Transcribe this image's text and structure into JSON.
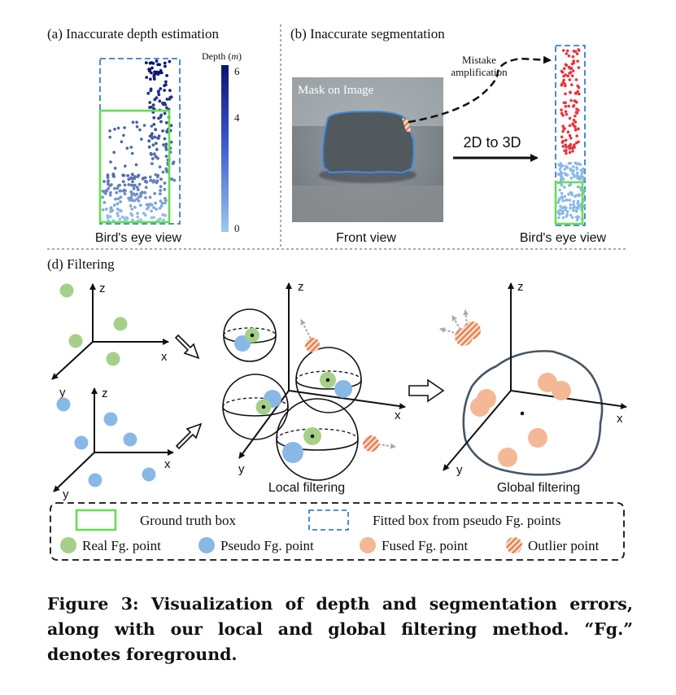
{
  "panel_a": {
    "title": "(a) Inaccurate depth  estimation",
    "view_label": "Bird's eye view",
    "colorbar": {
      "title": "Depth (m)",
      "title_main": "Depth (",
      "title_unit": "m",
      "title_close": ")",
      "ticks": [
        "6",
        "4",
        "0"
      ],
      "color_low": "#9cc8ec",
      "color_high": "#0b1470"
    }
  },
  "panel_b": {
    "title": "(b) Inaccurate segmentation",
    "mask_label": "Mask on Image",
    "front_label": "Front view",
    "mistake_label_1": "Mistake",
    "mistake_label_2": "amplification",
    "arrow_label": "2D to 3D",
    "bev_label": "Bird's eye view"
  },
  "panel_d": {
    "title": "(d) Filtering",
    "axis_x": "x",
    "axis_y": "y",
    "axis_z": "z",
    "local_label": "Local filtering",
    "global_label": "Global filtering"
  },
  "legend": {
    "gt_box": "Ground truth box",
    "fitted_box": "Fitted box from pseudo Fg. points",
    "real_point": "Real Fg. point",
    "pseudo_point": "Pseudo Fg. point",
    "fused_point": "Fused Fg. point",
    "outlier_point": "Outlier point"
  },
  "colors": {
    "gt_green": "#66dd55",
    "fitted_blue": "#3b7fc4",
    "real_green": "#a6d08a",
    "pseudo_blue": "#8ab8e6",
    "fused_orange": "#f4b896",
    "outlier_orange": "#e8885a",
    "mistake_red": "#e8333f"
  },
  "caption": "Figure 3: Visualization of depth and segmentation errors, along with our local and global filtering method. “Fg.” denotes foreground."
}
